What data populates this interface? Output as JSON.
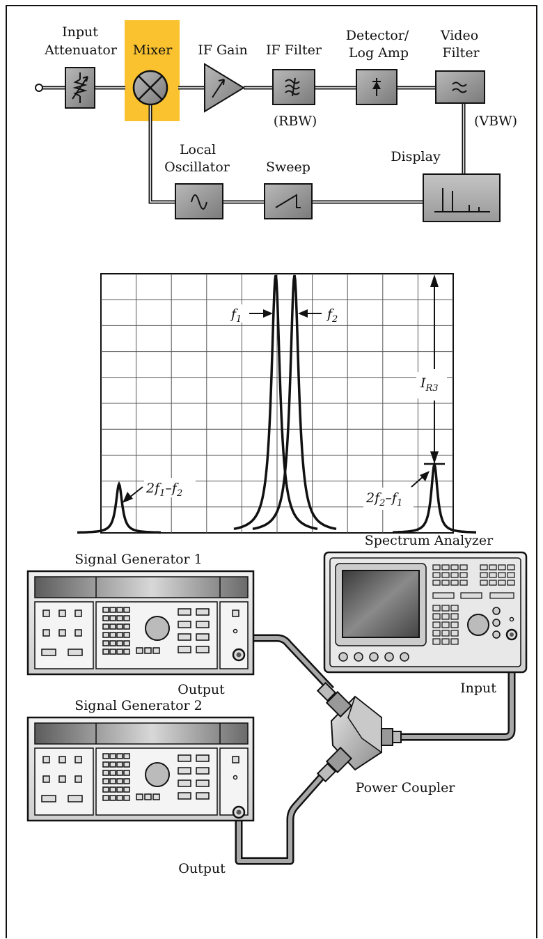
{
  "block_diagram": {
    "input_attenuator_label": [
      "Input",
      "Attenuator"
    ],
    "mixer_label": "Mixer",
    "if_gain_label": "IF Gain",
    "if_filter_label": "IF Filter",
    "rbw_label": "(RBW)",
    "detector_label": [
      "Detector/",
      "Log Amp"
    ],
    "video_filter_label": [
      "Video",
      "Filter"
    ],
    "vbw_label": "(VBW)",
    "local_oscillator_label": [
      "Local",
      "Oscillator"
    ],
    "sweep_label": "Sweep",
    "display_label": "Display",
    "highlight_color": "#F9C22E"
  },
  "spectrum": {
    "f1_label": {
      "main": "f",
      "sub": "1"
    },
    "f2_label": {
      "main": "f",
      "sub": "2"
    },
    "imd_low_label": {
      "parts": [
        [
          "2f",
          ""
        ],
        [
          "1",
          "sub"
        ],
        [
          "–f",
          ""
        ],
        [
          "2",
          "sub"
        ]
      ]
    },
    "imd_high_label": {
      "parts": [
        [
          "2f",
          ""
        ],
        [
          "2",
          "sub"
        ],
        [
          "–f",
          ""
        ],
        [
          "1",
          "sub"
        ]
      ]
    },
    "ir3_label": {
      "main": "I",
      "sub": "R3"
    }
  },
  "setup": {
    "signal_generator_1": "Signal Generator 1",
    "signal_generator_2": "Signal Generator 2",
    "spectrum_analyzer": "Spectrum Analyzer",
    "output_1": "Output",
    "output_2": "Output",
    "input": "Input",
    "power_coupler": "Power Coupler"
  }
}
